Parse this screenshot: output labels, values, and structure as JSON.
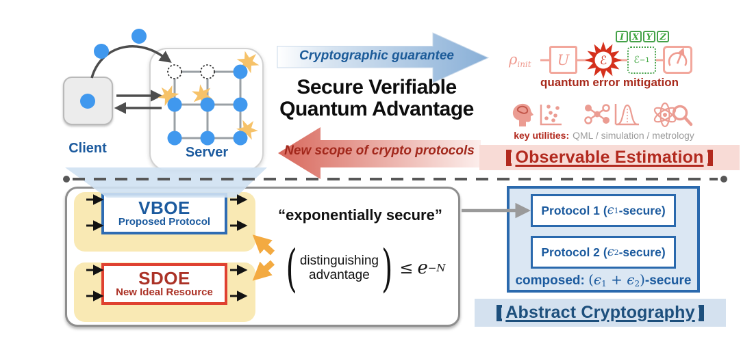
{
  "client_server": {
    "client_label": "Client",
    "server_label": "Server"
  },
  "title": {
    "line1": "Secure Verifiable",
    "line2": "Quantum Advantage"
  },
  "flow_arrows": {
    "forward_label": "Cryptographic guarantee",
    "backward_label": "New scope of crypto protocols"
  },
  "error_mitigation": {
    "input_state": "ρ",
    "input_state_sub": "init",
    "unitary_gate": "U",
    "noise_channel": "ℰ",
    "pauli_ops": [
      "I",
      "X",
      "Y",
      "Z"
    ],
    "inverse_channel": "ℰ",
    "inverse_exp": "−1",
    "caption": "quantum error mitigation"
  },
  "key_utilities": {
    "label": "key utilities:",
    "items": "QML / simulation / metrology"
  },
  "observable_estimation": {
    "bracket_open": "【",
    "label": "Observable Estimation",
    "bracket_close": "】"
  },
  "security_panel": {
    "vboe_name": "VBOE",
    "vboe_desc": "Proposed Protocol",
    "sdoe_name": "SDOE",
    "sdoe_desc": "New Ideal Resource",
    "secure_quote": "“exponentially secure”",
    "equation": {
      "line1": "distinguishing",
      "line2": "advantage",
      "relation": "≤",
      "base": "e",
      "exponent": "−N"
    }
  },
  "composition_panel": {
    "protocol1": {
      "name": "Protocol 1",
      "prefix": "(",
      "epsilon": "ϵ",
      "idx": "1",
      "suffix": "-secure)"
    },
    "protocol2": {
      "name": "Protocol 2",
      "prefix": "(",
      "epsilon": "ϵ",
      "idx": "2",
      "suffix": "-secure)"
    },
    "composed": {
      "label": "composed:",
      "open": "(",
      "eps1": "ϵ",
      "idx1": "1",
      "plus": " + ",
      "eps2": "ϵ",
      "idx2": "2",
      "close": ")",
      "suffix": "-secure"
    }
  },
  "abstract_cryptography": {
    "bracket_open": "【",
    "label": "Abstract Cryptography",
    "bracket_close": "】"
  },
  "icons": [
    "brain-head-icon",
    "scatter-plot-icon",
    "network-icon",
    "distribution-icon",
    "atom-icon",
    "magnifier-icon",
    "gauge-meter-icon",
    "noise-starburst-icon",
    "error-sparkle-icon"
  ],
  "colors": {
    "accent_blue": "#2a69ad",
    "text_blue": "#1b5a9e",
    "accent_red": "#df4130",
    "text_red": "#a82a1c",
    "salmon": "#f2a79c",
    "green": "#44a148",
    "yellow_bg": "#f9e9b4",
    "orange_star": "#f6c269",
    "orange_arrow": "#f3aa41",
    "pink_bg": "#f8dbd6",
    "light_blue_bg": "#d4e1ef",
    "node_blue": "#4098ee"
  }
}
